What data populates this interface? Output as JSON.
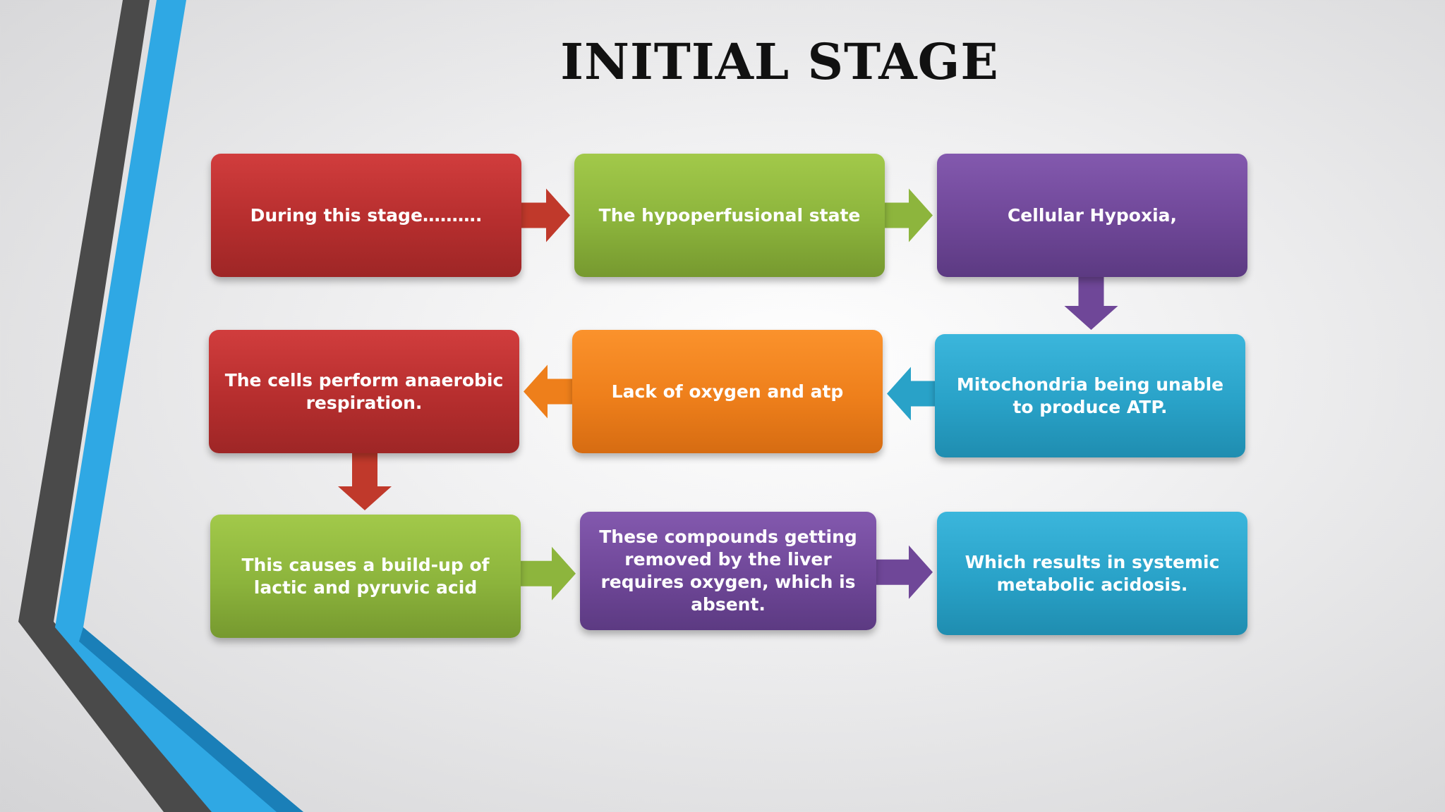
{
  "title": "INITIAL STAGE",
  "colors": {
    "red": "#C0392B",
    "green": "#8DB53D",
    "purple": "#6F4798",
    "cyan": "#29A2C8",
    "orange": "#EE7F1B",
    "decor_blue": "#2FA8E4",
    "decor_gray": "#4A4A4A"
  },
  "flow": [
    {
      "id": "b1",
      "text": "During this stage……….",
      "color": "red"
    },
    {
      "id": "b2",
      "text": "The hypoperfusional state",
      "color": "green"
    },
    {
      "id": "b3",
      "text": "Cellular Hypoxia,",
      "color": "purple"
    },
    {
      "id": "b4",
      "text": "Mitochondria being unable to produce ATP.",
      "color": "cyan"
    },
    {
      "id": "b5",
      "text": "Lack of oxygen and atp",
      "color": "orange"
    },
    {
      "id": "b6",
      "text": "The cells perform anaerobic respiration.",
      "color": "red"
    },
    {
      "id": "b7",
      "text": "This causes a build-up of lactic and pyruvic acid",
      "color": "green"
    },
    {
      "id": "b8",
      "text": "These compounds getting removed by the liver requires oxygen, which is absent.",
      "color": "purple"
    },
    {
      "id": "b9",
      "text": "Which results in systemic metabolic acidosis.",
      "color": "cyan"
    }
  ],
  "connections": [
    {
      "from": "b1",
      "to": "b2",
      "direction": "right",
      "color": "red"
    },
    {
      "from": "b2",
      "to": "b3",
      "direction": "right",
      "color": "green"
    },
    {
      "from": "b3",
      "to": "b4",
      "direction": "down",
      "color": "purple"
    },
    {
      "from": "b4",
      "to": "b5",
      "direction": "left",
      "color": "cyan"
    },
    {
      "from": "b5",
      "to": "b6",
      "direction": "left",
      "color": "orange"
    },
    {
      "from": "b6",
      "to": "b7",
      "direction": "down",
      "color": "red"
    },
    {
      "from": "b7",
      "to": "b8",
      "direction": "right",
      "color": "green"
    },
    {
      "from": "b8",
      "to": "b9",
      "direction": "right",
      "color": "purple"
    }
  ]
}
